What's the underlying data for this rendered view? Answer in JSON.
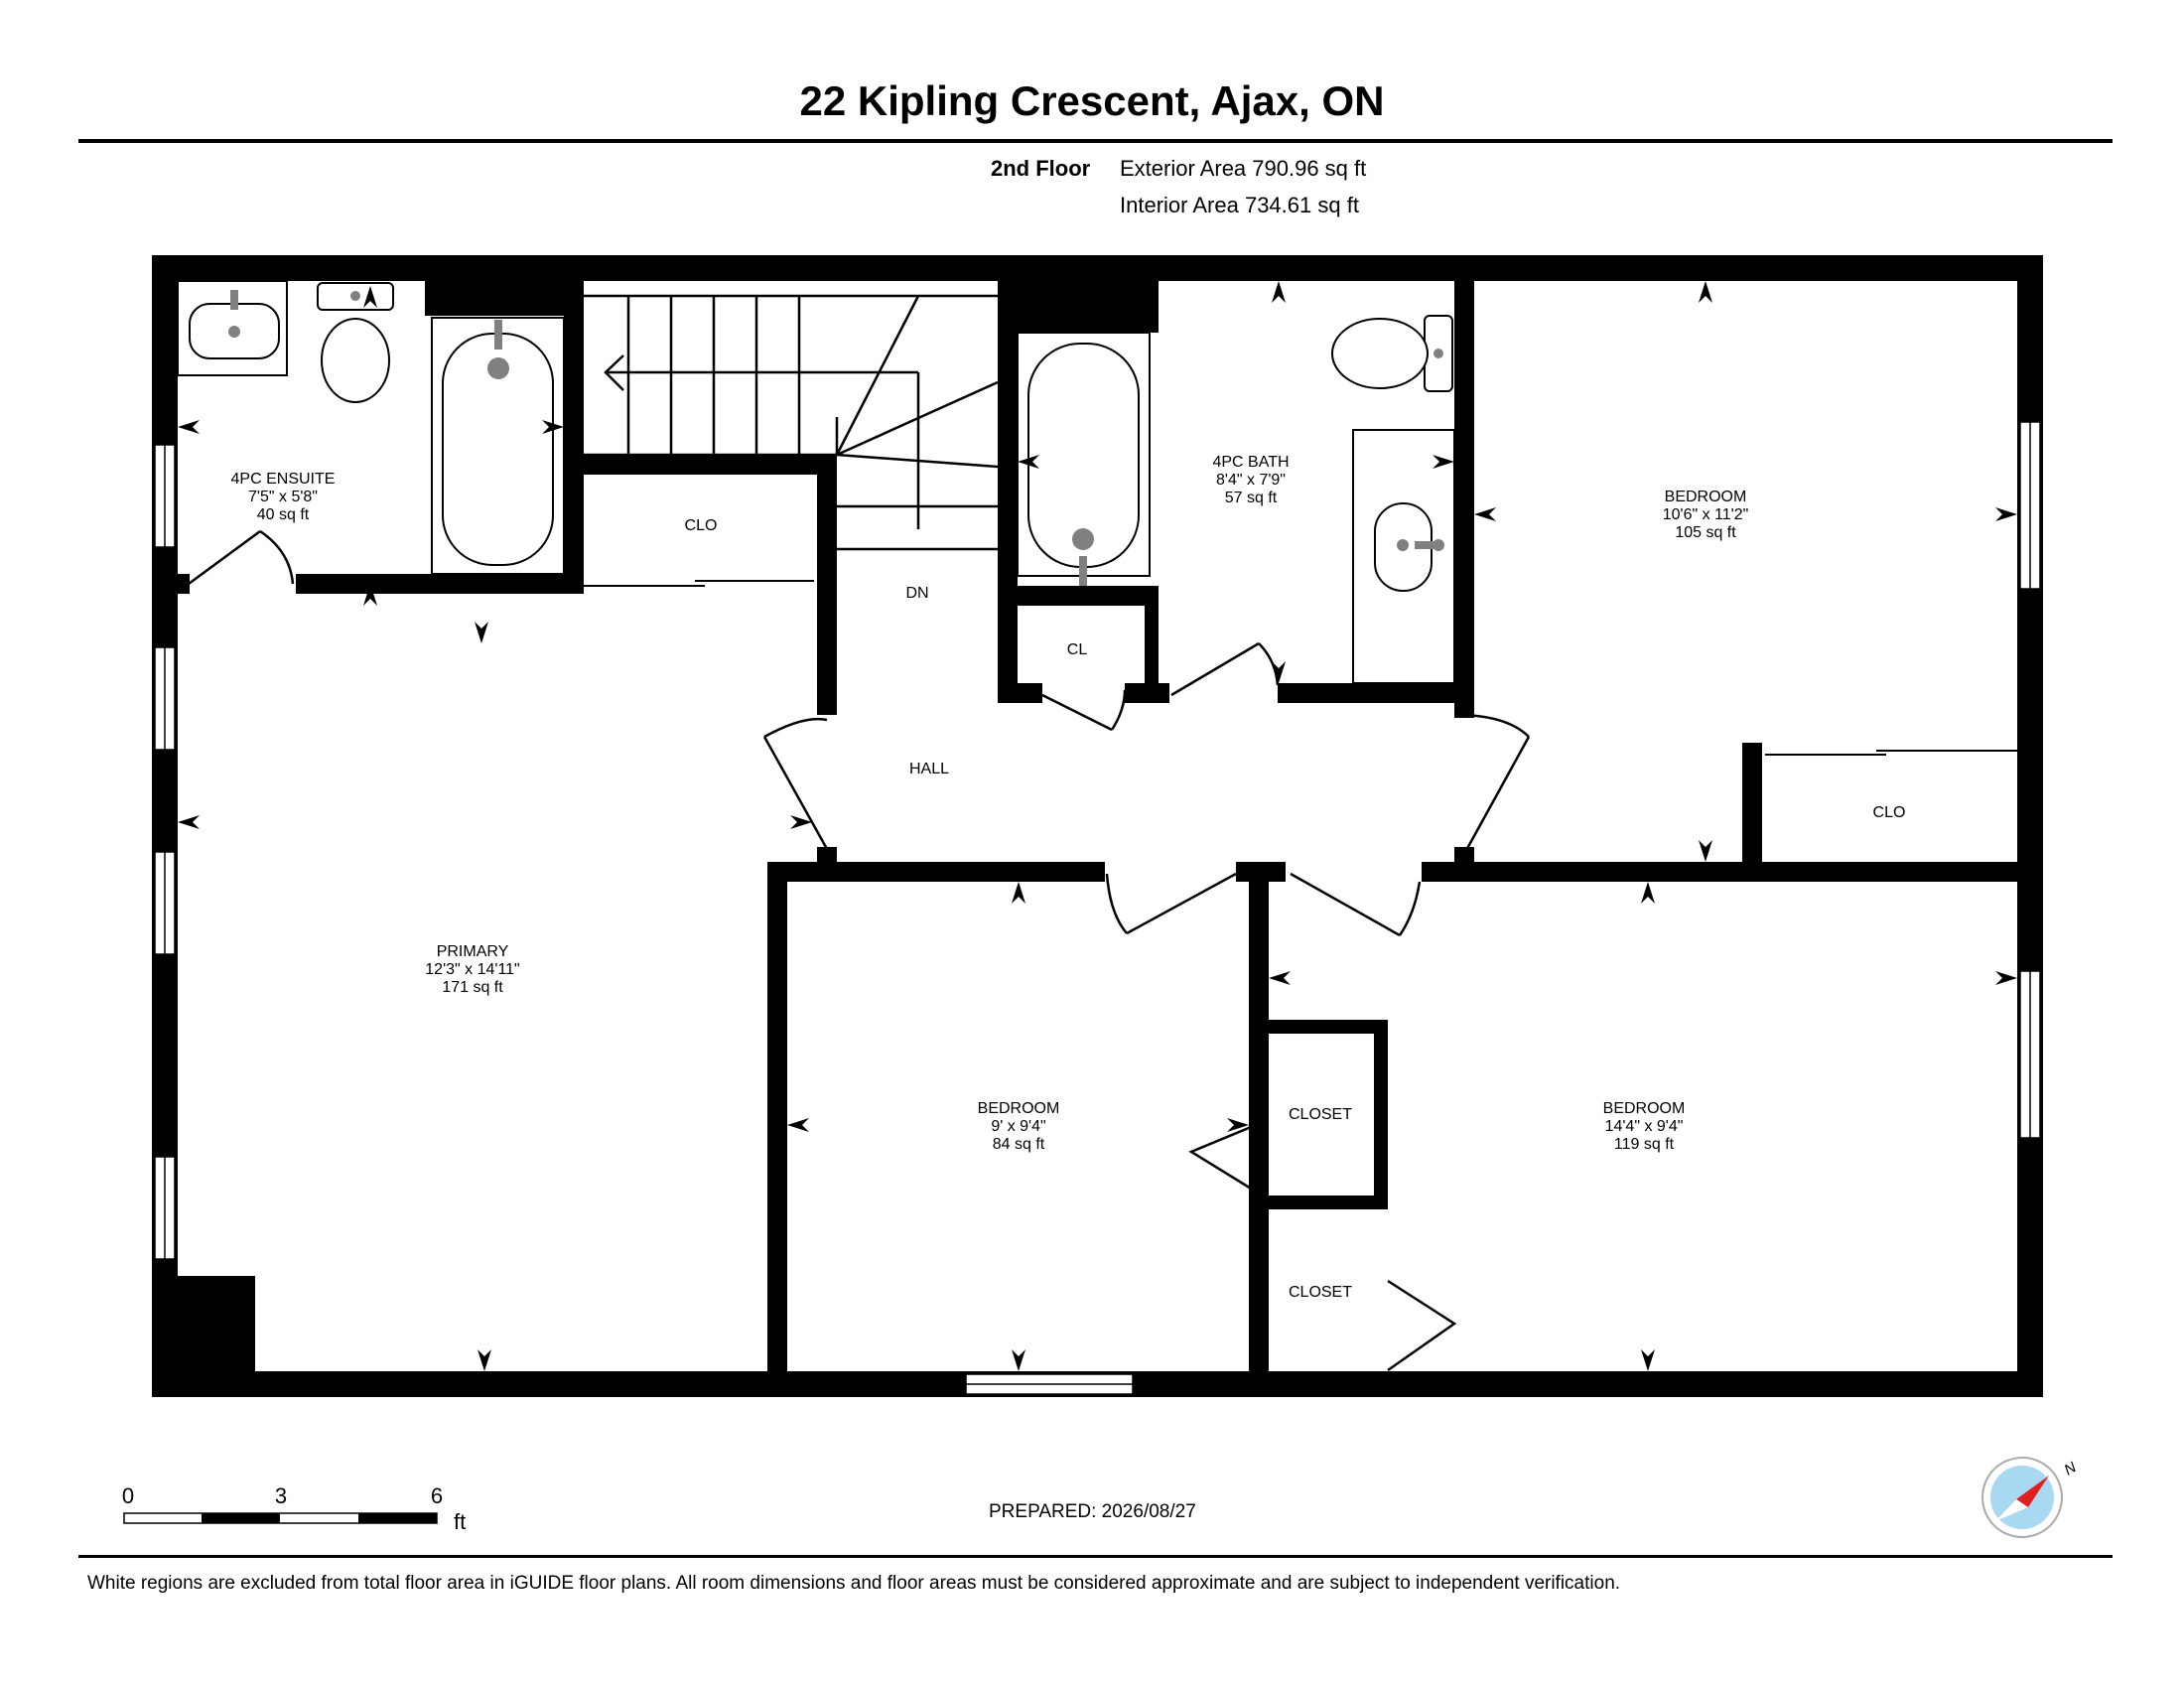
{
  "header": {
    "title": "22 Kipling Crescent, Ajax, ON",
    "floor": "2nd Floor",
    "exterior_area": "Exterior Area 790.96 sq ft",
    "interior_area": "Interior Area 734.61 sq ft"
  },
  "rooms": {
    "ensuite": {
      "name": "4PC ENSUITE",
      "dims": "7'5\" x 5'8\"",
      "area": "40 sq ft"
    },
    "bath": {
      "name": "4PC BATH",
      "dims": "8'4\" x 7'9\"",
      "area": "57 sq ft"
    },
    "bedroom_ne": {
      "name": "BEDROOM",
      "dims": "10'6\" x 11'2\"",
      "area": "105 sq ft"
    },
    "primary": {
      "name": "PRIMARY",
      "dims": "12'3\" x 14'11\"",
      "area": "171 sq ft"
    },
    "bedroom_mid": {
      "name": "BEDROOM",
      "dims": "9' x 9'4\"",
      "area": "84 sq ft"
    },
    "bedroom_se": {
      "name": "BEDROOM",
      "dims": "14'4\" x 9'4\"",
      "area": "119 sq ft"
    }
  },
  "labels": {
    "clo_top": "CLO",
    "dn": "DN",
    "cl": "CL",
    "hall": "HALL",
    "clo_right": "CLO",
    "closet_upper": "CLOSET",
    "closet_lower": "CLOSET"
  },
  "scale": {
    "tick0": "0",
    "tick1": "3",
    "tick2": "6",
    "unit": "ft"
  },
  "footer": {
    "prepared": "PREPARED: 2026/08/27",
    "disclaimer": "White regions are excluded from total floor area in iGUIDE floor plans. All room dimensions and floor areas must be considered approximate and are subject to independent verification."
  },
  "compass": {
    "north_label": "N"
  },
  "colors": {
    "wall": "#000000",
    "fixture": "#808080",
    "compass_fill": "#a9d8f2",
    "compass_needle": "#e02020"
  }
}
